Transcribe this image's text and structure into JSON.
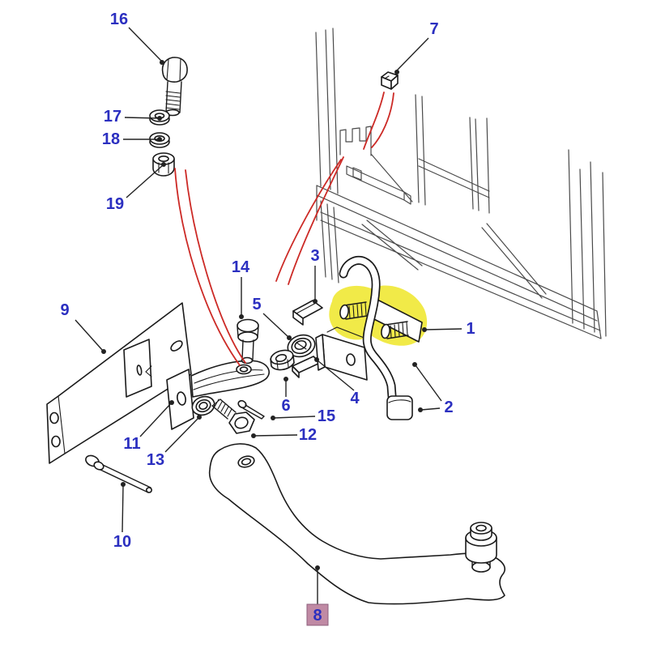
{
  "page": {
    "background": "#ffffff"
  },
  "colors": {
    "label": "#2b2fc0",
    "leader": "#222222",
    "red_line": "#cc2a26",
    "part_stroke": "#1a1a1a",
    "frame_stroke": "#4a4a4a",
    "highlight_yellow": "#f0e93e",
    "highlight_mauve_fill": "#c08aa4",
    "highlight_mauve_border": "#8e5f7d"
  },
  "callouts": {
    "c1": {
      "label": "1",
      "highlight": "yellow"
    },
    "c2": {
      "label": "2"
    },
    "c3": {
      "label": "3"
    },
    "c4": {
      "label": "4"
    },
    "c5": {
      "label": "5"
    },
    "c6": {
      "label": "6"
    },
    "c7": {
      "label": "7"
    },
    "c8": {
      "label": "8",
      "highlight": "mauve"
    },
    "c9": {
      "label": "9"
    },
    "c10": {
      "label": "10"
    },
    "c11": {
      "label": "11"
    },
    "c12": {
      "label": "12"
    },
    "c13": {
      "label": "13"
    },
    "c14": {
      "label": "14"
    },
    "c15": {
      "label": "15"
    },
    "c16": {
      "label": "16"
    },
    "c17": {
      "label": "17"
    },
    "c18": {
      "label": "18"
    },
    "c19": {
      "label": "19"
    }
  }
}
